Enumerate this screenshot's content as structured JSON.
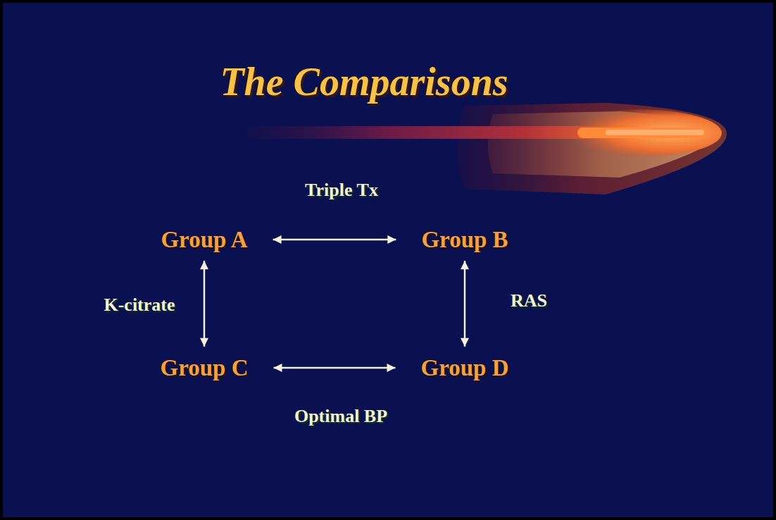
{
  "diagram": {
    "title": "The Comparisons",
    "nodes": [
      {
        "text": [
          "Group A"
        ]
      },
      {
        "text": [
          "Group B"
        ]
      },
      {
        "text": [
          "Group C"
        ]
      },
      {
        "text": [
          "Group D"
        ]
      }
    ],
    "edges": [
      {
        "from": 0,
        "to": 1,
        "arrow": "both",
        "label": "Triple Tx"
      },
      {
        "from": 0,
        "to": 2,
        "arrow": "both",
        "label": "K-citrate"
      },
      {
        "from": 1,
        "to": 3,
        "arrow": "both",
        "label": "RAS"
      },
      {
        "from": 2,
        "to": 3,
        "arrow": "both",
        "label": "Optimal BP"
      }
    ]
  }
}
